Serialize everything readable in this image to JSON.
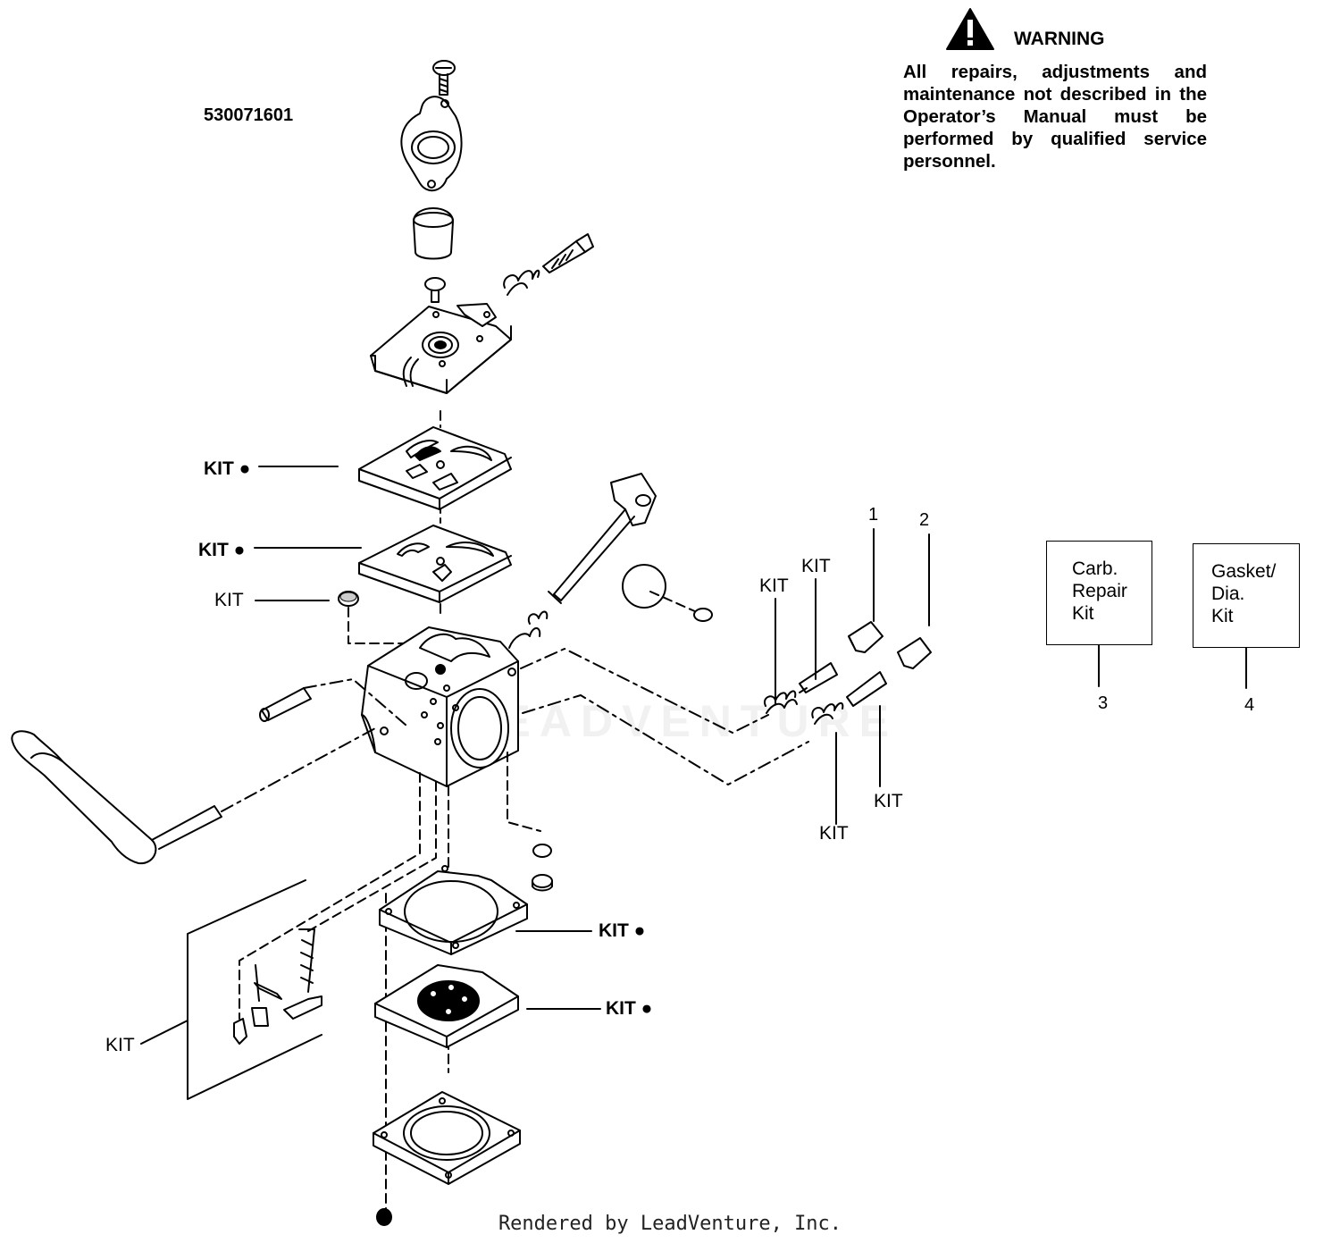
{
  "part_number": "530071601",
  "warning": {
    "title": "WARNING",
    "text": "All repairs, adjustments and maintenance not described in the Operator’s Manual must be performed by qualified service personnel."
  },
  "labels": {
    "kit": "KIT",
    "kit_dot": "KIT ●",
    "callout_1": "1",
    "callout_2": "2",
    "callout_3": "3",
    "callout_4": "4"
  },
  "legend": {
    "carb_repair_kit": "Carb.\nRepair\nKit",
    "gasket_dia_kit": "Gasket/\nDia.\nKit"
  },
  "watermark": "LEADVENTURE",
  "footer": "Rendered by LeadVenture, Inc."
}
